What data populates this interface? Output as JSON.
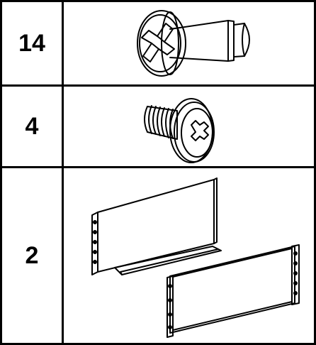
{
  "rows": [
    {
      "quantity": "14",
      "part_icon": "pan-head-screw-with-shoulder-icon"
    },
    {
      "quantity": "4",
      "part_icon": "flat-head-screw-icon"
    },
    {
      "quantity": "2",
      "part_icon": "mounting-bracket-icon"
    }
  ],
  "colors": {
    "line": "#000000",
    "background": "#ffffff"
  }
}
